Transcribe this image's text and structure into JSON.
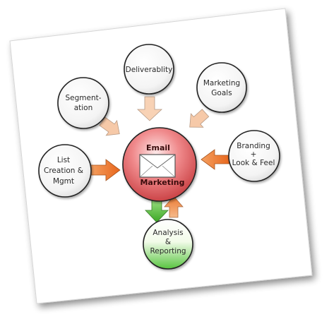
{
  "center": {
    "line1": "Email",
    "line2": "Marketing",
    "icon": "envelope-icon",
    "color": "#e8686a"
  },
  "nodes": {
    "deliverability": {
      "lines": [
        "Deliverablity"
      ]
    },
    "segmentation": {
      "lines": [
        "Segment-",
        "ation"
      ]
    },
    "marketing_goals": {
      "lines": [
        "Marketing",
        "Goals"
      ]
    },
    "list_creation": {
      "lines": [
        "List",
        "Creation &",
        "Mgmt"
      ]
    },
    "branding": {
      "lines": [
        "Branding",
        "+",
        "Look & Feel"
      ]
    },
    "analysis": {
      "lines": [
        "Analysis",
        "&",
        "Reporting"
      ],
      "color": "#6fd35a"
    }
  },
  "colors": {
    "arrow_light": "#f6c9a8",
    "arrow_orange": "#f07a2a",
    "arrow_green": "#5cc63c"
  }
}
